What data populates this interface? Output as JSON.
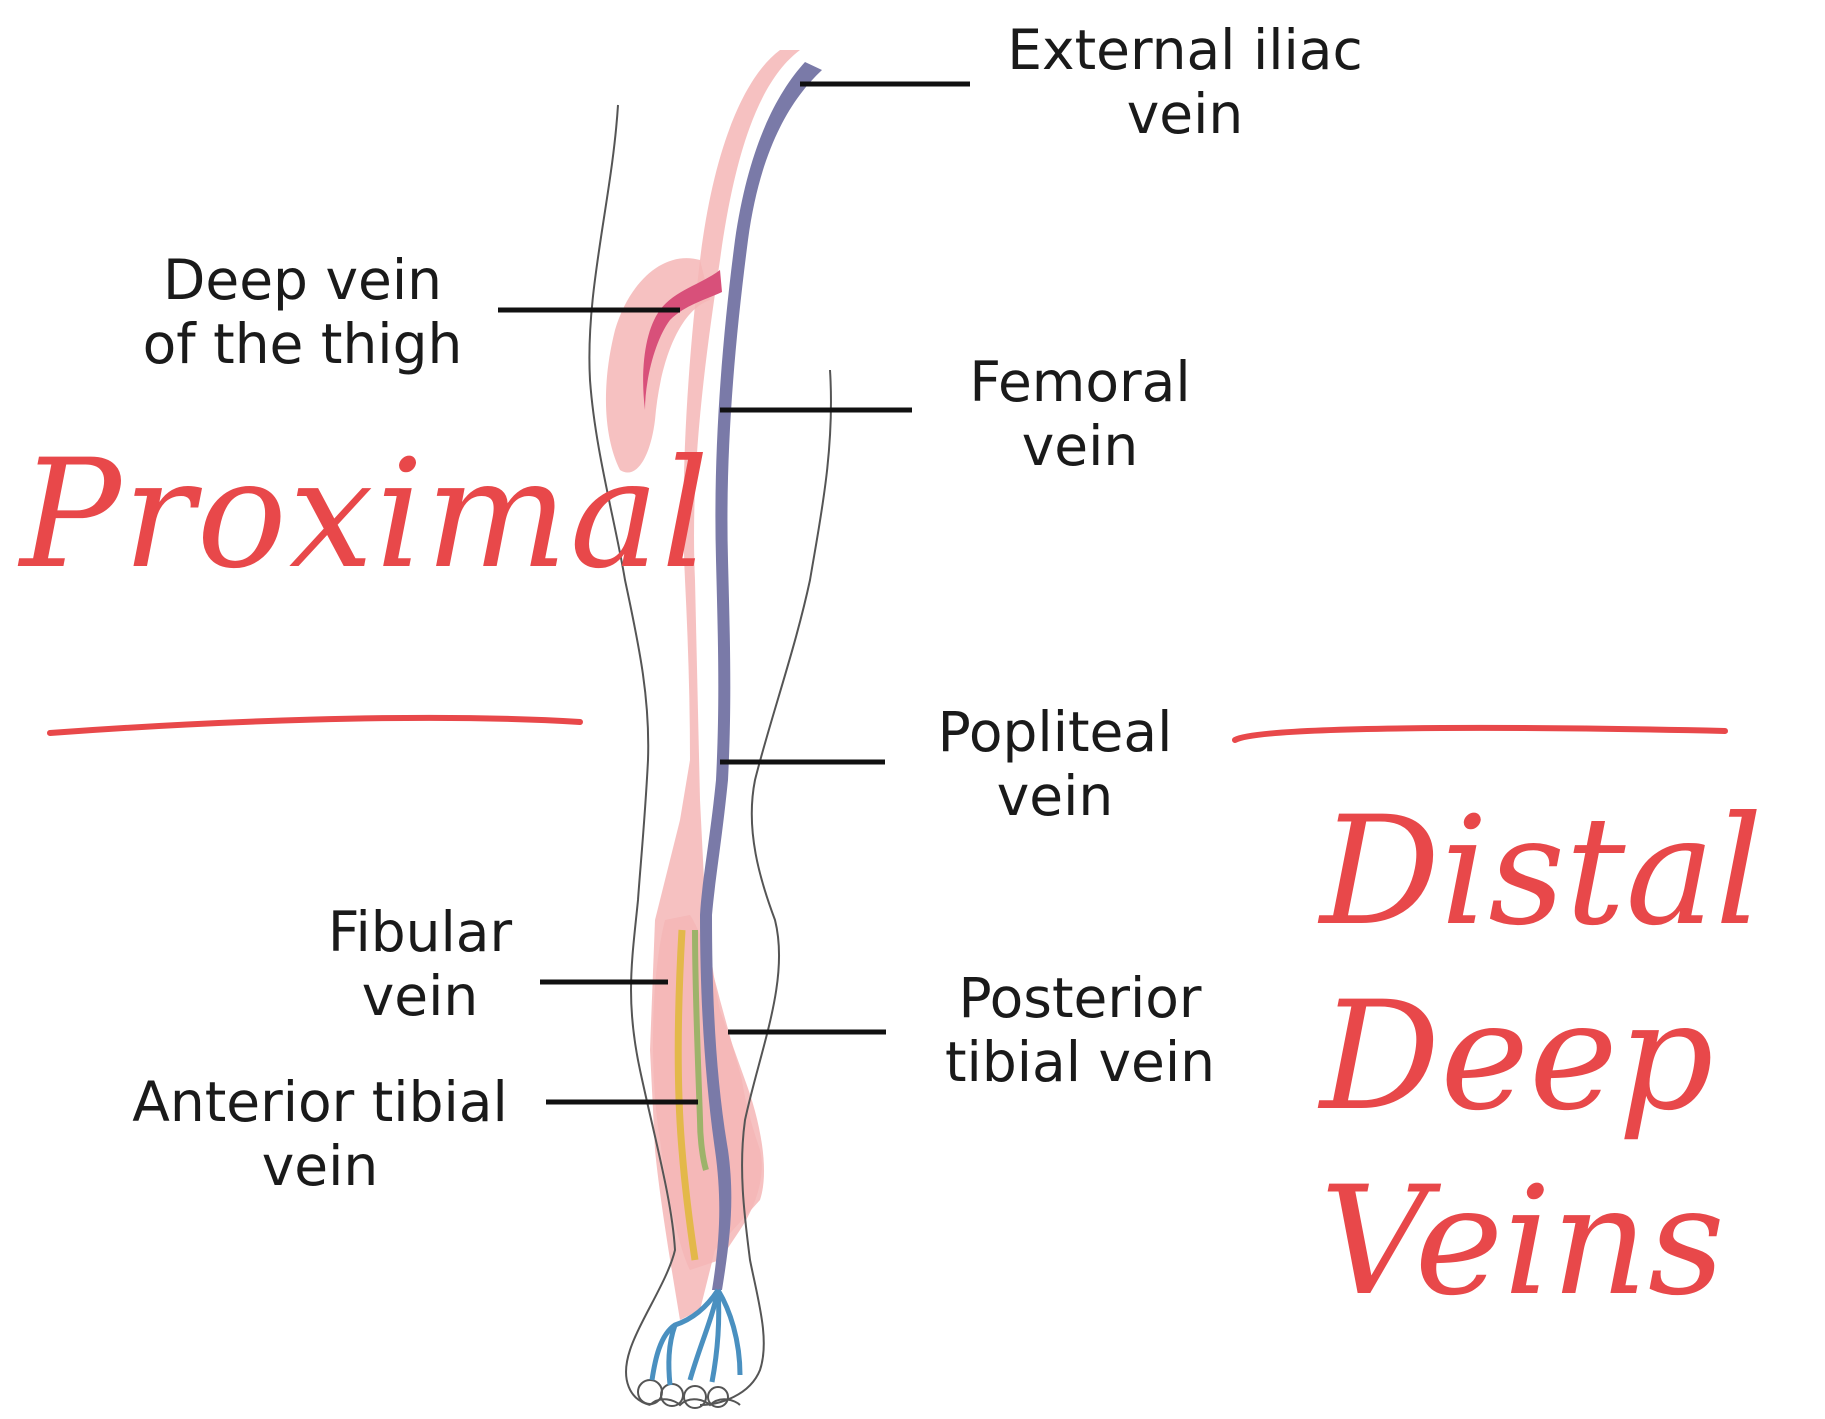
{
  "labels": {
    "external_iliac": [
      "External iliac",
      "vein"
    ],
    "deep_thigh": [
      "Deep vein",
      "of the thigh"
    ],
    "femoral": [
      "Femoral",
      "vein"
    ],
    "popliteal": [
      "Popliteal",
      "vein"
    ],
    "fibular": [
      "Fibular",
      "vein"
    ],
    "posterior_tibial": [
      "Posterior",
      "tibial vein"
    ],
    "anterior_tibial": [
      "Anterior tibial",
      "vein"
    ]
  },
  "annotations": {
    "proximal": "Proximal",
    "distal_deep_veins": "Distal Deep Veins"
  },
  "colors": {
    "highlight": "#f4b6b6",
    "handwriting": "#e8484a",
    "outline": "#555555",
    "vein": "#7a7aa8",
    "deep_thigh_vein": "#d8507a",
    "fibular_vein": "#e3b84a",
    "anterior_tibial_vein": "#9db36a",
    "foot_vein": "#4a90c0",
    "leader": "#111111"
  }
}
